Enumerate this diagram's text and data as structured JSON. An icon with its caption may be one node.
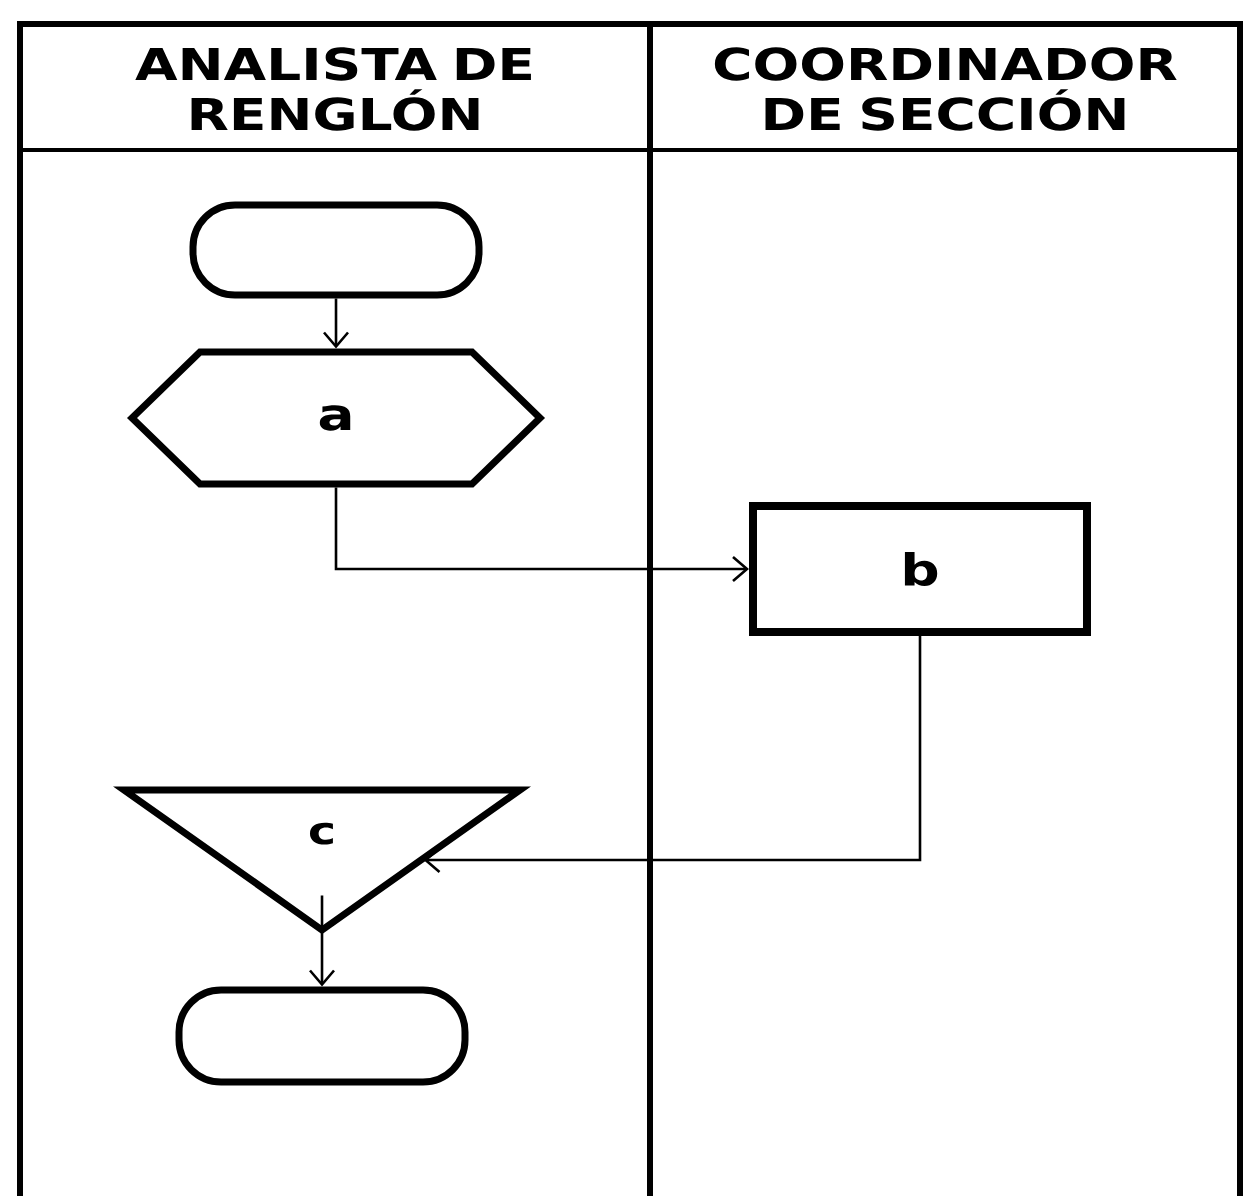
{
  "diagram": {
    "nodes": [
      {
        "text": [
          "ANALISTA DE RENGLÓN"
        ]
      },
      {
        "text": [
          "COORDINADOR DE SECCIÓN"
        ]
      },
      {
        "text": [],
        "shape": "box",
        "in": 0
      },
      {
        "text": [
          "a"
        ],
        "in": 0
      },
      {
        "text": [
          "b"
        ],
        "in": 1
      },
      {
        "text": [
          "c"
        ],
        "in": 0
      },
      {
        "text": [],
        "shape": "box",
        "in": 0
      }
    ],
    "edges": [
      {
        "from": 2,
        "to": 3,
        "arrow": "to"
      },
      {
        "from": 3,
        "to": 4,
        "arrow": "to"
      },
      {
        "from": 4,
        "to": 5,
        "arrow": "to"
      },
      {
        "from": 5,
        "to": 6,
        "arrow": "to"
      }
    ]
  }
}
